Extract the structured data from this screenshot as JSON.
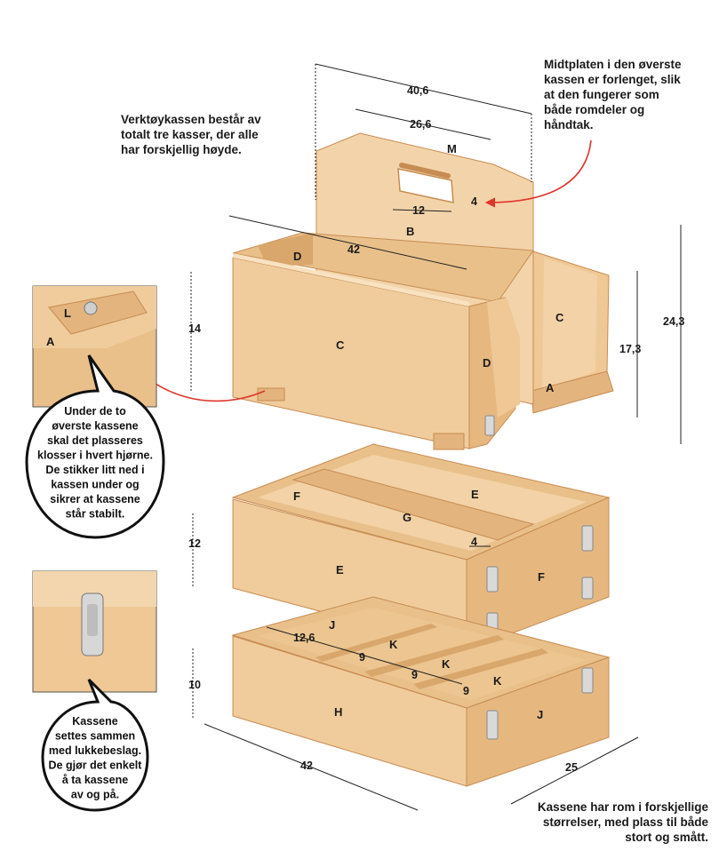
{
  "notes": {
    "top_left": "Verktøykassen består av totalt tre kasser, der alle har forskjellig høyde.",
    "top_right": "Midtplaten i den øverste kassen er forlenget, slik at den fungerer som både romdeler og håndtak.",
    "bottom_right": "Kassene har rom i forskjellige størrelser, med plass til både stort og smått."
  },
  "bubbles": {
    "upper": [
      "Under de to",
      "øverste kassene",
      "skal det plasseres",
      "klosser i hvert hjørne.",
      "De stikker litt ned i",
      "kassen under og",
      "sikrer at kassene",
      "står stabilt."
    ],
    "lower": [
      "Kassene",
      "settes sammen",
      "med lukkebeslag.",
      "De gjør det enkelt",
      "å ta kassene",
      "av og på."
    ]
  },
  "parts": {
    "M": "M",
    "B": "B",
    "C": "C",
    "D": "D",
    "A": "A",
    "L": "L",
    "E": "E",
    "F": "F",
    "G": "G",
    "H": "H",
    "J": "J",
    "K": "K"
  },
  "dimensions": {
    "d40_6": "40,6",
    "d26_6": "26,6",
    "d12": "12",
    "d4": "4",
    "d42": "42",
    "d14": "14",
    "d24_3": "24,3",
    "d17_3": "17,3",
    "d12b": "12",
    "d4b": "4",
    "d10": "10",
    "d12_6": "12,6",
    "d9": "9",
    "d42b": "42",
    "d25": "25"
  },
  "colors": {
    "wood_light": "#f3d6ad",
    "wood_mid": "#e9c08a",
    "wood_dark": "#d49b62",
    "edge": "#b97d45",
    "arrow": "#e0342b"
  }
}
